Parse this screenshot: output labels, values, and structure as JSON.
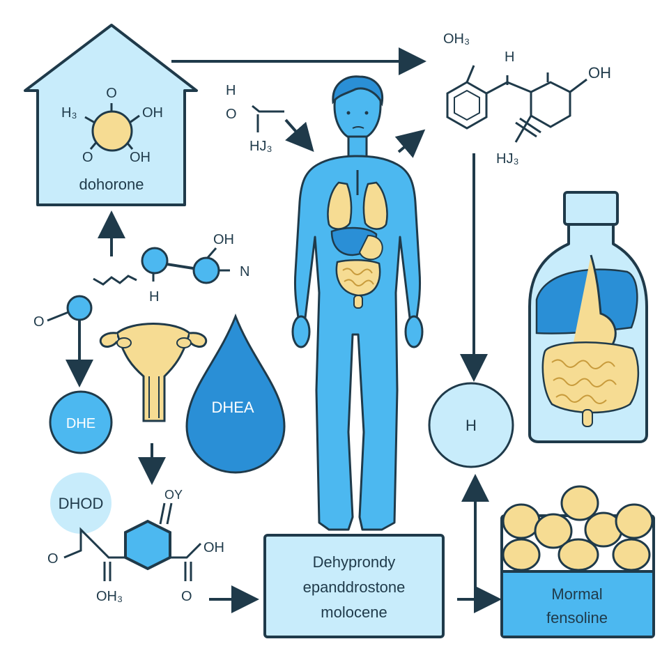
{
  "colors": {
    "outline": "#1f3a4a",
    "light_blue": "#c8ecfb",
    "mid_blue": "#5bc8f5",
    "body_blue": "#4cb8f0",
    "deep_blue": "#2a8fd6",
    "yellow": "#f6dc93",
    "yellow_dark": "#c89b3c"
  },
  "house": {
    "label": "dohorone",
    "atoms": {
      "top": "O",
      "left": "H₃",
      "right": "OH",
      "bottom_left": "O",
      "bottom_right": "OH"
    }
  },
  "top_left_fragment": {
    "h": "H",
    "o": "O",
    "hj": "HJ₃"
  },
  "small_molecule": {
    "oh": "OH",
    "n": "N",
    "h": "H"
  },
  "left_atom": {
    "o": "O"
  },
  "circle_dhe": "DHE",
  "drop_label": "DHEA",
  "dhod_label": "DHOD",
  "bottom_molecule": {
    "top": "OY",
    "oh": "OH",
    "o_left": "O",
    "o_bottom": "O",
    "oh3": "OH₃"
  },
  "top_right_molecule": {
    "oh3": "OH₃",
    "h": "H",
    "oh": "OH",
    "hj": "HJ₃"
  },
  "center_box": {
    "line1": "Dehyprondy",
    "line2": "epanddrostone",
    "line3": "molocene"
  },
  "circle_h": "H",
  "fat_box": {
    "line1": "Mormal",
    "line2": "fensoline"
  }
}
